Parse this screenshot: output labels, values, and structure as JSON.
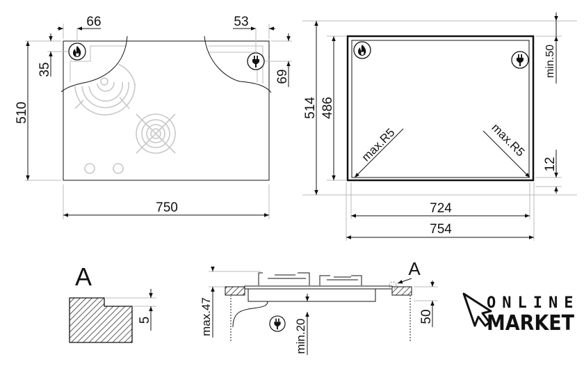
{
  "top_view": {
    "dim_gas_x": "66",
    "dim_gas_y": "35",
    "dim_height": "510",
    "dim_width": "750",
    "dim_plug_x": "53",
    "dim_plug_y": "69"
  },
  "cutout_view": {
    "dim_outer_height": "514",
    "dim_inner_height": "486",
    "dim_top_clearance": "min.50",
    "dim_bottom": "12",
    "dim_radius_left": "max.R5",
    "dim_radius_right": "max.R5",
    "dim_inner_width": "724",
    "dim_outer_width": "754"
  },
  "detail_a": {
    "label": "A",
    "dim_step": "5"
  },
  "section_view": {
    "dim_max_height": "max.47",
    "dim_min_below": "min.20",
    "dim_worktop": "50",
    "detail_marker": "A"
  },
  "logo": {
    "line1": "ONLINE",
    "line2": "MARKET"
  },
  "icons": [
    "gas-flame-icon",
    "electric-plug-icon"
  ]
}
